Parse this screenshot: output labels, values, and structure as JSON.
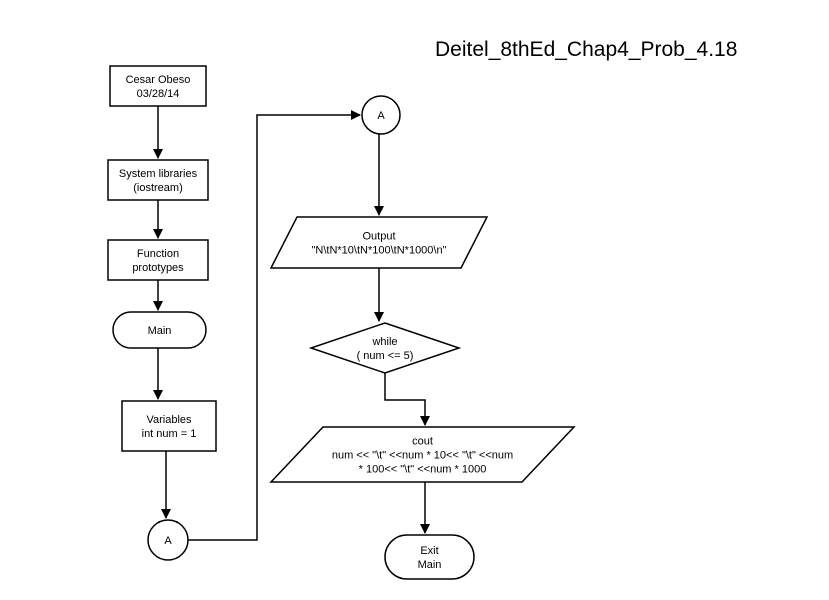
{
  "diagram": {
    "title": "Deitel_8thEd_Chap4_Prob_4.18",
    "nodes": {
      "author": {
        "shape": "rectangle",
        "lines": [
          "Cesar Obeso",
          "03/28/14"
        ]
      },
      "libraries": {
        "shape": "rectangle",
        "lines": [
          "System libraries",
          "(iostream)"
        ]
      },
      "prototypes": {
        "shape": "rectangle",
        "lines": [
          "Function",
          "prototypes"
        ]
      },
      "main": {
        "shape": "terminator",
        "lines": [
          "Main"
        ]
      },
      "variables": {
        "shape": "rectangle",
        "lines": [
          "Variables",
          "int num = 1"
        ]
      },
      "connector_out": {
        "shape": "connector",
        "lines": [
          "A"
        ]
      },
      "connector_in": {
        "shape": "connector",
        "lines": [
          "A"
        ]
      },
      "output_header": {
        "shape": "parallelogram",
        "lines": [
          "Output",
          "\"N\\tN*10\\tN*100\\tN*1000\\n\""
        ]
      },
      "while_loop": {
        "shape": "decision",
        "lines": [
          "while",
          "( num <= 5)"
        ]
      },
      "cout": {
        "shape": "parallelogram",
        "lines": [
          "cout",
          "num << \"\\t\" <<num * 10<< \"\\t\" <<num",
          "* 100<< \"\\t\" <<num * 1000"
        ]
      },
      "exit": {
        "shape": "terminator",
        "lines": [
          "Exit",
          "Main"
        ]
      }
    },
    "edges": [
      {
        "from": "author",
        "to": "libraries"
      },
      {
        "from": "libraries",
        "to": "prototypes"
      },
      {
        "from": "prototypes",
        "to": "main"
      },
      {
        "from": "main",
        "to": "variables"
      },
      {
        "from": "variables",
        "to": "connector_out"
      },
      {
        "from": "connector_out",
        "to": "connector_in"
      },
      {
        "from": "connector_in",
        "to": "output_header"
      },
      {
        "from": "output_header",
        "to": "while_loop"
      },
      {
        "from": "while_loop",
        "to": "cout"
      },
      {
        "from": "cout",
        "to": "exit"
      }
    ]
  }
}
